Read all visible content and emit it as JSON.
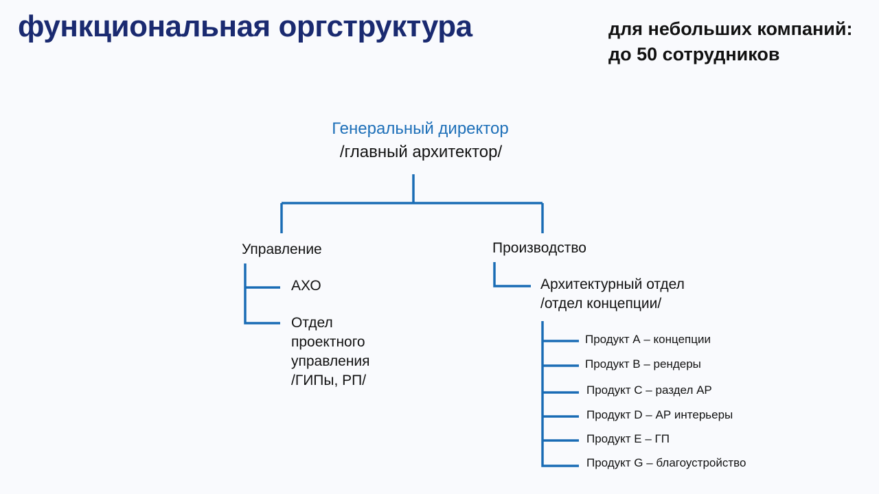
{
  "title": "функциональная оргструктура",
  "subtitle": {
    "line1": "для небольших компаний:",
    "line2": "до 50 сотрудников"
  },
  "director": {
    "title": "Генеральный директор",
    "subtitle": "/главный архитектор/"
  },
  "management": {
    "label": "Управление",
    "items": [
      {
        "lines": [
          "АХО"
        ]
      },
      {
        "lines": [
          "Отдел",
          "проектного",
          "управления",
          "/ГИПы, РП/"
        ]
      }
    ]
  },
  "production": {
    "label": "Производство",
    "department": {
      "lines": [
        "Архитектурный отдел",
        "/отдел концепции/"
      ]
    },
    "products": [
      "Продукт А – концепции",
      "Продукт В – рендеры",
      "Продукт С – раздел АР",
      "Продукт D – АР интерьеры",
      "Продукт Е – ГП",
      "Продукт G – благоустройство"
    ]
  },
  "colors": {
    "title": "#1a2a70",
    "accent": "#1d6fb8",
    "connector": "#1a6cb5"
  }
}
